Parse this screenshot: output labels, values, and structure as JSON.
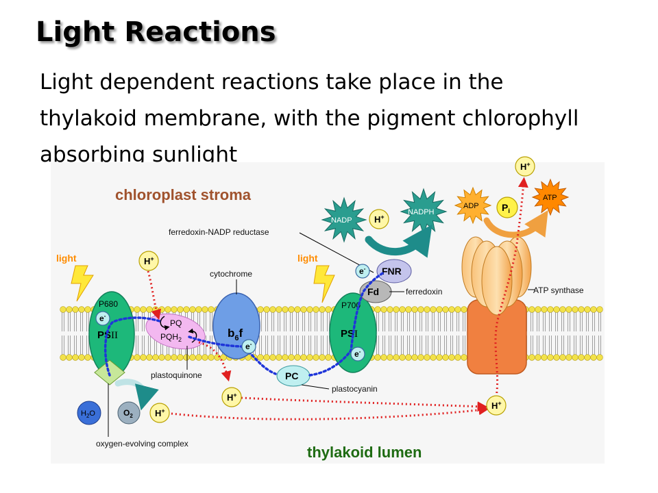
{
  "slide": {
    "title": "Light Reactions",
    "body": "Light dependent reactions take place in the thylakoid membrane, with the pigment chlorophyll absorbing sunlight"
  },
  "diagram": {
    "regions": {
      "stroma": "chloroplast stroma",
      "lumen": "thylakoid lumen"
    },
    "light_left": "light",
    "light_right": "light",
    "psii": {
      "name": "PSII",
      "ps": "PS",
      "numeral": "II",
      "reaction_center": "P680"
    },
    "psi": {
      "name": "PSI",
      "ps": "PS",
      "numeral": "I",
      "reaction_center": "P700"
    },
    "pq_pool": {
      "pq": "PQ",
      "pqh": "PQH",
      "sub": "2"
    },
    "cytochrome": {
      "b": "b",
      "sub": "6",
      "f": "f"
    },
    "pc": "PC",
    "fd": "Fd",
    "fnr": "FNR",
    "electron": "e",
    "electron_sign": "-",
    "proton": "H",
    "proton_sign": "+",
    "nadp": "NADP",
    "nadph": "NADPH",
    "adp": "ADP",
    "atp": "ATP",
    "pi": {
      "p": "P",
      "sub": "i"
    },
    "h2o": {
      "h": "H",
      "sub": "2",
      "o": "O"
    },
    "o2": {
      "o": "O",
      "sub": "2"
    },
    "labels": {
      "cytochrome": "cytochrome",
      "ferredoxin_nadp_reductase": "ferredoxin-NADP reductase",
      "ferredoxin": "ferredoxin",
      "plastoquinone": "plastoquinone",
      "plastocyanin": "plastocyanin",
      "oxygen_evolving_complex": "oxygen-evolving complex",
      "atp_synthase": "ATP synthase"
    },
    "colors": {
      "stroma_label": "#a0522d",
      "lumen_label": "#1e6b12",
      "light": "#ff8c00",
      "photosystem": "#1db87a",
      "cytochrome": "#6e9ee6",
      "pq": "#f3b8f0",
      "electron_path": "#1f35d9",
      "proton_path": "#e02020",
      "atp_synthase": "#f08040",
      "nadp_star": "#2a9d8f",
      "atp_star": "#ff9900"
    }
  }
}
